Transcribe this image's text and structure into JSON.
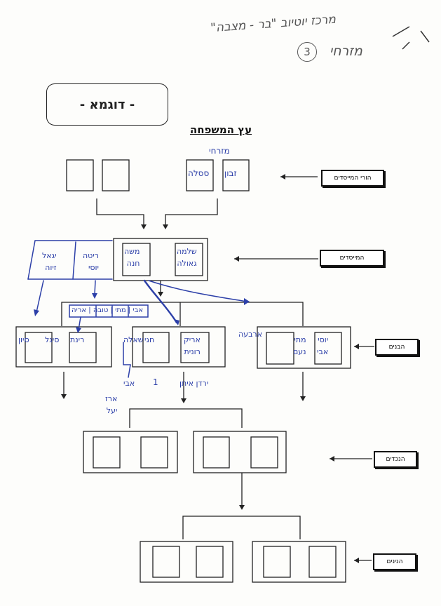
{
  "header": {
    "note_top": "מרכז יוטיוב \"בר - מצבה\"",
    "note_group": "מזרחי",
    "note_number": "3"
  },
  "example_box": "- דוגמא -",
  "title": "עץ המשפחה",
  "rows": [
    {
      "label": "הורי המייסדים"
    },
    {
      "label": "המייסדים"
    },
    {
      "label": "הבנים"
    },
    {
      "label": "הנכדים"
    },
    {
      "label": "הנינים"
    }
  ],
  "handwriting": {
    "founders_parents_family": "מזרחי",
    "founders_parents_left": "זבון",
    "founders_parents_right": "ססלה",
    "founders_left": "משה\nחנה",
    "founders_right": "שלמה\nגאולה",
    "side_left_names": "יגאל\nזיוה",
    "side_right_names": "ריטה\nיוסי",
    "cousins_row": "אבי | מתי | טובה | אריה",
    "sons_left_a": "רינת",
    "sons_left_b": "סיגל",
    "sons_left_c": "סיון",
    "sons_mid_a": "חגי",
    "sons_mid_b": "שאלה",
    "sons_mid_c": "אריק\nרונית",
    "sons_right_a": "יוסי\nאבי",
    "sons_right_b": "מתי\nנעם",
    "sons_right_c": "ארבעה",
    "under_mid_a": "1",
    "under_mid_b": "אבי",
    "under_mid_c": "ירדן איתן",
    "under_left": "ארז\nיעל"
  }
}
